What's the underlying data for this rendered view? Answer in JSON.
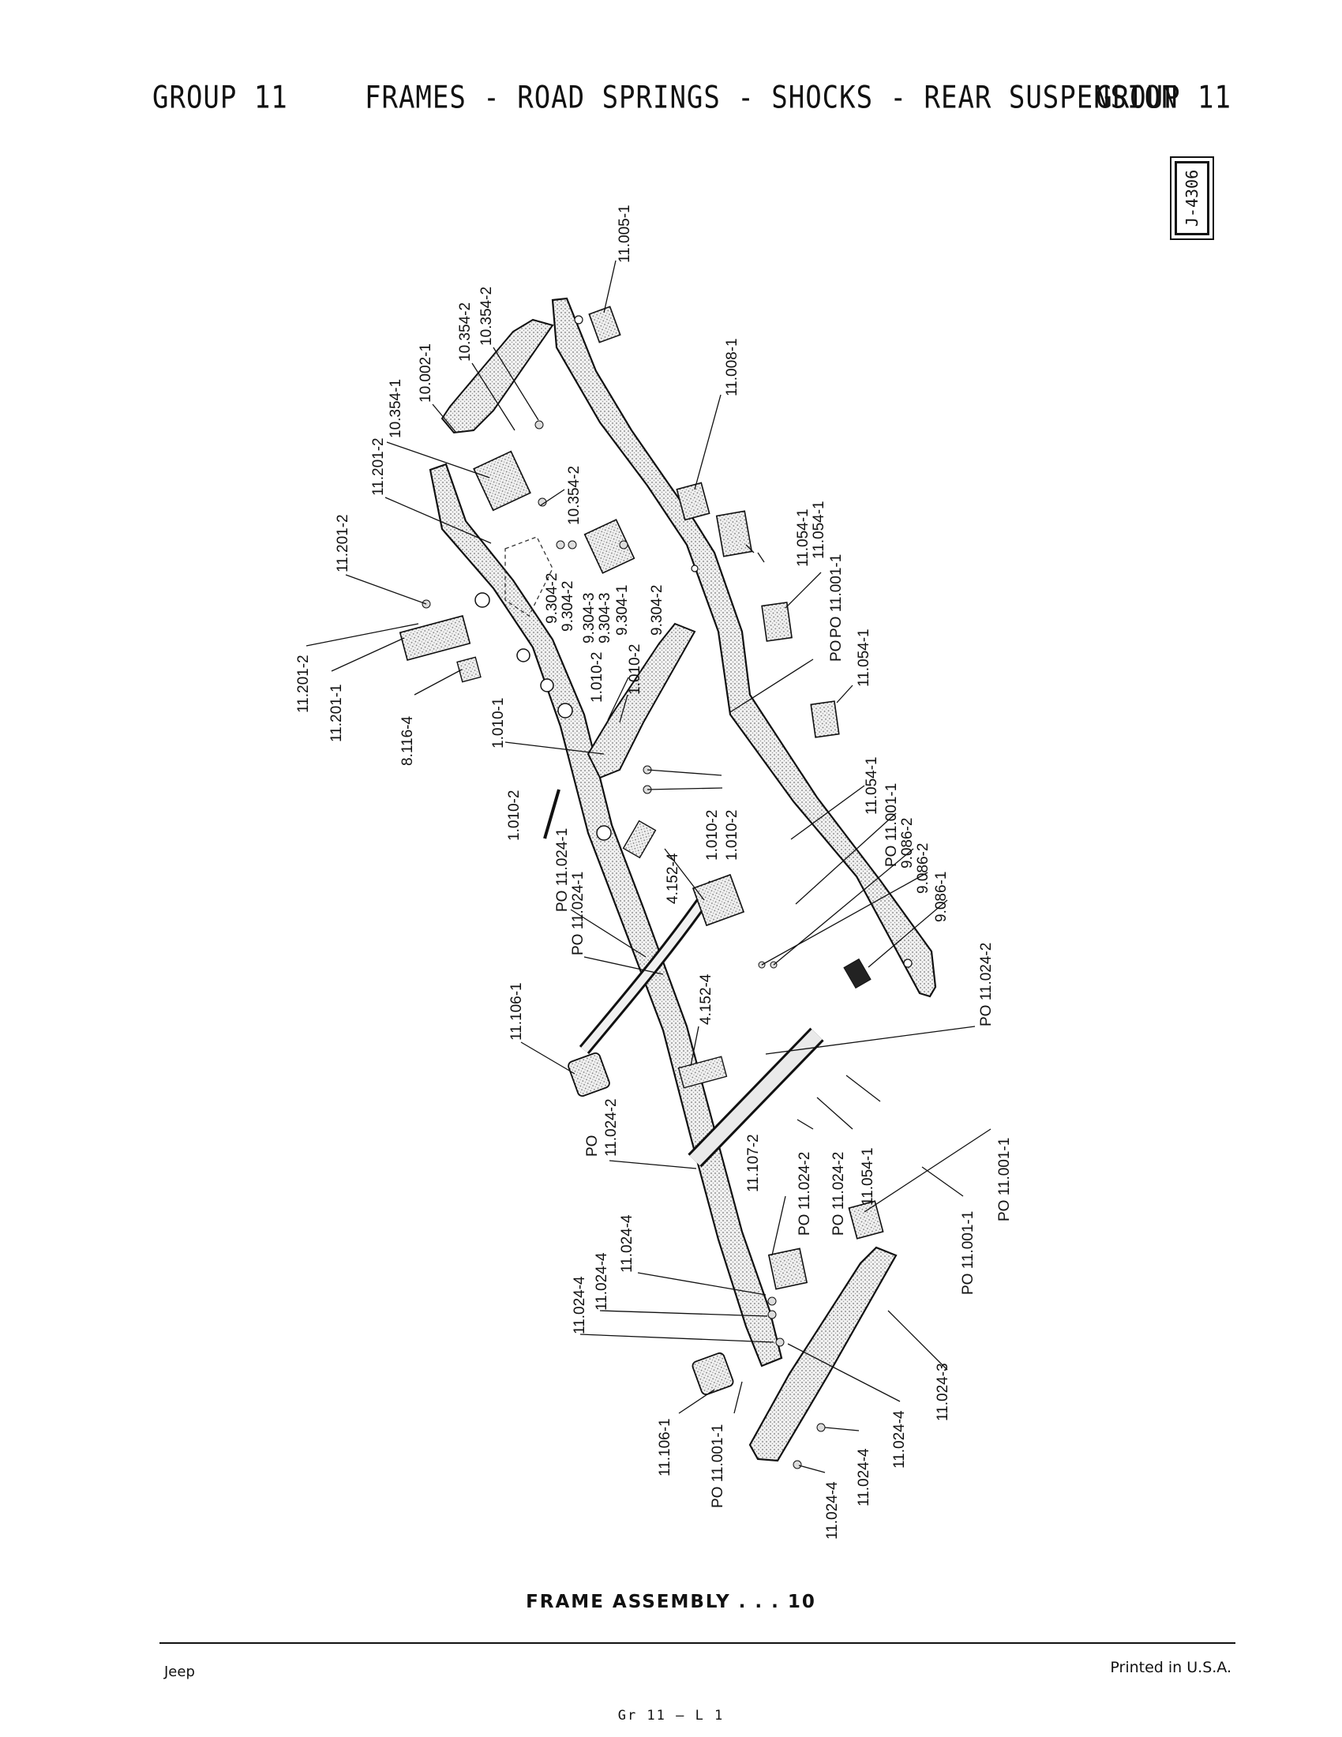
{
  "header": {
    "group_left": "GROUP 11",
    "title": "FRAMES - ROAD SPRINGS - SHOCKS - REAR SUSPENSION",
    "group_right": "GROUP 11"
  },
  "plate_id": "J-4306",
  "caption": "FRAME ASSEMBLY . . . 10",
  "footer": {
    "brand": "Jeep",
    "page_ref": "Gr 11 – L 1",
    "printed": "Printed in U.S.A."
  },
  "callouts": [
    {
      "id": "c1",
      "text": "11.005-1"
    },
    {
      "id": "c2",
      "text": "10.354-2"
    },
    {
      "id": "c3",
      "text": "10.354-2"
    },
    {
      "id": "c4",
      "text": "10.002-1"
    },
    {
      "id": "c5",
      "text": "10.354-1"
    },
    {
      "id": "c6",
      "text": "11.201-2"
    },
    {
      "id": "c7",
      "text": "10.354-2"
    },
    {
      "id": "c8",
      "text": "11.008-1"
    },
    {
      "id": "c9",
      "text": "11.201-2"
    },
    {
      "id": "c10",
      "text": "11.054-1"
    },
    {
      "id": "c11",
      "text": "11.054-1"
    },
    {
      "id": "c12",
      "text": "PO 11.001-1"
    },
    {
      "id": "c13",
      "text": "9.304-2"
    },
    {
      "id": "c14",
      "text": "9.304-2"
    },
    {
      "id": "c15",
      "text": "9.304-3"
    },
    {
      "id": "c16",
      "text": "9.304-3"
    },
    {
      "id": "c17",
      "text": "9.304-1"
    },
    {
      "id": "c18",
      "text": "9.304-2"
    },
    {
      "id": "c19",
      "text": "11.201-2"
    },
    {
      "id": "c20",
      "text": "11.201-1"
    },
    {
      "id": "c21",
      "text": "8.116-4"
    },
    {
      "id": "c22",
      "text": "1.010-2"
    },
    {
      "id": "c23",
      "text": "1.010-2"
    },
    {
      "id": "c24",
      "text": "1.010-1"
    },
    {
      "id": "c25",
      "text": "11.054-1"
    },
    {
      "id": "c26",
      "text": "PO"
    },
    {
      "id": "c27",
      "text": "1.010-2"
    },
    {
      "id": "c28",
      "text": "11.054-1"
    },
    {
      "id": "c29",
      "text": "PO 11.001-1"
    },
    {
      "id": "c30",
      "text": "9.086-2"
    },
    {
      "id": "c31",
      "text": "9.086-2"
    },
    {
      "id": "c32",
      "text": "9.086-1"
    },
    {
      "id": "c33",
      "text": "1.010-2"
    },
    {
      "id": "c34",
      "text": "1.010-2"
    },
    {
      "id": "c35",
      "text": "4.152-4"
    },
    {
      "id": "c36",
      "text": "PO 11.024-1"
    },
    {
      "id": "c37",
      "text": "PO 11.024-1"
    },
    {
      "id": "c38",
      "text": "PO 11.024-2"
    },
    {
      "id": "c39",
      "text": "11.106-1"
    },
    {
      "id": "c40",
      "text": "4.152-4"
    },
    {
      "id": "c41",
      "text": "PO"
    },
    {
      "id": "c42",
      "text": "11.024-2"
    },
    {
      "id": "c43",
      "text": "11.107-2"
    },
    {
      "id": "c44",
      "text": "PO 11.024-2"
    },
    {
      "id": "c45",
      "text": "PO 11.024-2"
    },
    {
      "id": "c46",
      "text": "11.054-1"
    },
    {
      "id": "c47",
      "text": "PO 11.001-1"
    },
    {
      "id": "c48",
      "text": "PO 11.001-1"
    },
    {
      "id": "c49",
      "text": "11.024-4"
    },
    {
      "id": "c50",
      "text": "11.024-4"
    },
    {
      "id": "c51",
      "text": "11.024-4"
    },
    {
      "id": "c52",
      "text": "11.024-3"
    },
    {
      "id": "c53",
      "text": "11.106-1"
    },
    {
      "id": "c54",
      "text": "PO 11.001-1"
    },
    {
      "id": "c55",
      "text": "11.024-4"
    },
    {
      "id": "c56",
      "text": "11.024-4"
    },
    {
      "id": "c57",
      "text": "11.024-4"
    }
  ]
}
